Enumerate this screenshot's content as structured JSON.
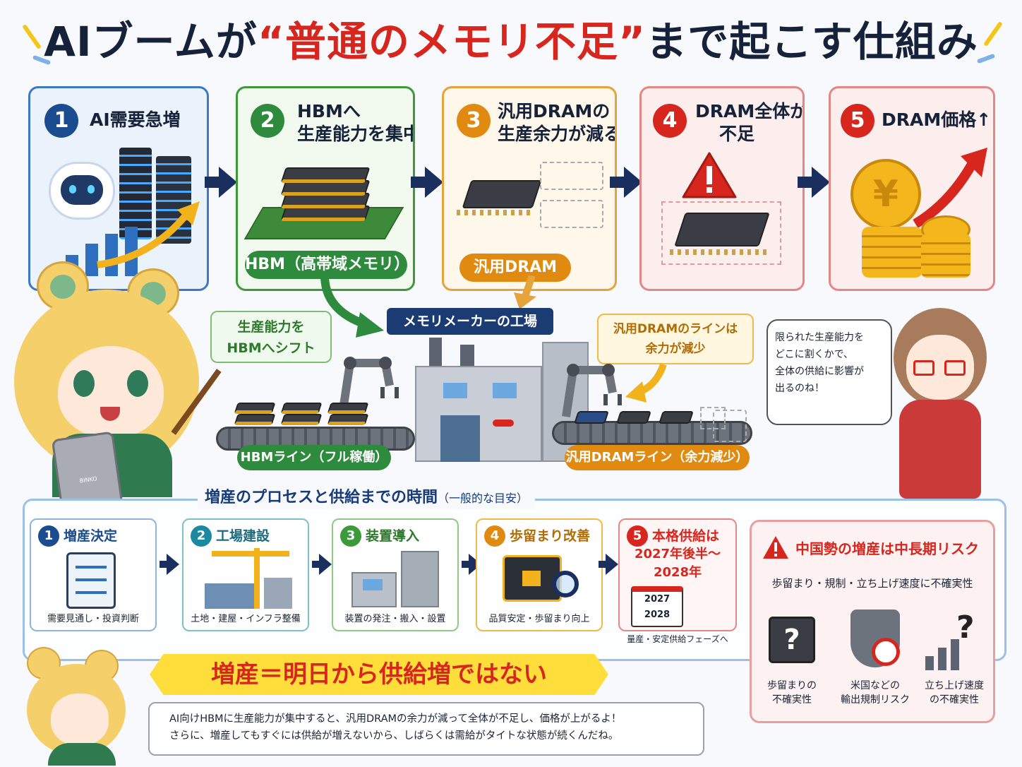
{
  "title": {
    "part1": "AIブームが",
    "open_quote": "“",
    "part2": "普通のメモリ不足",
    "close_quote": "”",
    "part3": "まで起こす仕組み"
  },
  "steps": [
    {
      "num": "1",
      "title": "AI需要急増",
      "color": "#1a4c8f"
    },
    {
      "num": "2",
      "title_line1": "HBMへ",
      "title_line2": "生産能力を集中",
      "pill": "HBM（高帯域メモリ）",
      "color": "#2e8b3e"
    },
    {
      "num": "3",
      "title_line1": "汎用DRAMの",
      "title_line2": "生産余力が減る",
      "pill": "汎用DRAM",
      "color": "#e08a12"
    },
    {
      "num": "4",
      "title_line1": "DRAM全体が",
      "title_line2": "不足",
      "color": "#d7261e"
    },
    {
      "num": "5",
      "title": "DRAM価格↑",
      "color": "#d7261e"
    }
  ],
  "factory": {
    "sign": "メモリメーカーの工場",
    "shift_note_line1": "生産能力を",
    "shift_note_line2": "HBMへシフト",
    "dram_note_line1": "汎用DRAMのラインは",
    "dram_note_line2": "余力が減少",
    "hbm_line": "HBMライン（フル稼働）",
    "dram_line": "汎用DRAMライン（余力減少）"
  },
  "speech_right": "限られた生産能力を\nどこに割くかで、\n全体の供給に影響が\n出るのね！",
  "tablet_text": "BINKO",
  "process": {
    "title": "増産のプロセスと供給までの時間",
    "subtitle": "（一般的な目安）",
    "steps": [
      {
        "num": "1",
        "title": "増産決定",
        "caption": "需要見通し・投資判断",
        "color": "#1a4c8f"
      },
      {
        "num": "2",
        "title": "工場建設",
        "caption": "土地・建屋・インフラ整備",
        "color": "#1b8aa0"
      },
      {
        "num": "3",
        "title": "装置導入",
        "caption": "装置の発注・搬入・設置",
        "color": "#3d9a3a"
      },
      {
        "num": "4",
        "title": "歩留まり改善",
        "caption": "品質安定・歩留まり向上",
        "color": "#e08a12"
      },
      {
        "num": "5",
        "title": "本格供給は",
        "title2": "2027年後半〜",
        "title3": "2028年",
        "caption": "量産・安定供給フェーズへ",
        "color": "#d7261e",
        "cal1": "2027",
        "cal2": "2028"
      }
    ]
  },
  "risk": {
    "title": "中国勢の増産は中長期リスク",
    "subtitle": "歩留まり・規制・立ち上げ速度に不確実性",
    "items": [
      {
        "caption": "歩留まりの\n不確実性"
      },
      {
        "caption": "米国などの\n輸出規制リスク"
      },
      {
        "caption": "立ち上げ速度\nの不確実性"
      }
    ]
  },
  "banner": "増産＝明日から供給増ではない",
  "bubble": {
    "line1": "AI向けHBMに生産能力が集中すると、汎用DRAMの余力が減って全体が不足し、価格が上がるよ！",
    "line2": "さらに、増産してもすぐには供給が増えないから、しばらくは需給がタイトな状態が続くんだね。"
  },
  "icons": [
    "robot-icon",
    "server-rack-icon",
    "bar-chart-icon",
    "hbm-stack-icon",
    "dram-chip-icon",
    "warning-icon",
    "yen-coin-icon",
    "up-arrow-icon",
    "factory-icon",
    "robot-arm-icon",
    "clipboard-icon",
    "crane-icon",
    "machine-icon",
    "magnifier-chip-icon",
    "calendar-icon",
    "question-chip-icon",
    "shield-ban-icon",
    "rising-chart-question-icon"
  ]
}
